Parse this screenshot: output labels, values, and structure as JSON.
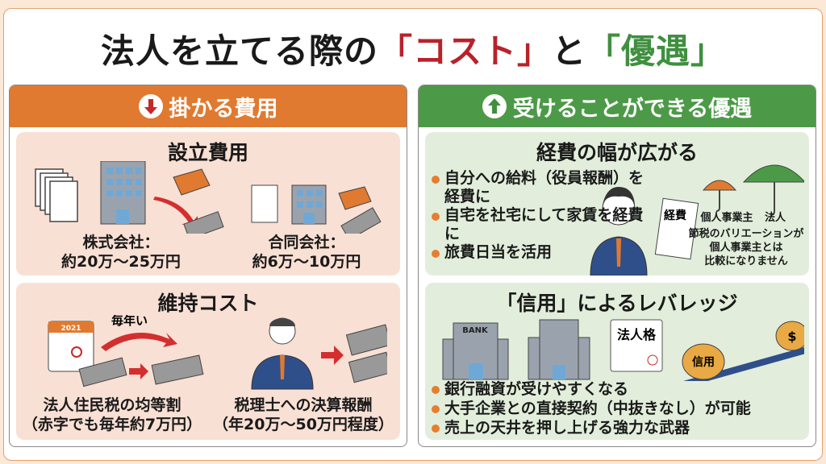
{
  "title": {
    "prefix": "法人を立てる際の",
    "cost": "「コスト」",
    "and": "と",
    "benefit": "「優遇」"
  },
  "colors": {
    "cost_header": "#e07a30",
    "benefit_header": "#4c9a48",
    "cost_accent": "#b8222a",
    "benefit_accent": "#3f8f3f"
  },
  "left": {
    "header": "掛かる費用",
    "header_icon": "arrow-down-circle-icon",
    "setup": {
      "title": "設立費用",
      "kabushiki": {
        "label": "株式会社：",
        "amount": "約20万～25万円"
      },
      "goudou": {
        "label": "合同会社：",
        "amount": "約6万～10万円"
      }
    },
    "maintenance": {
      "title": "維持コスト",
      "calendar_year": "2021",
      "arrow_label": "毎年い",
      "tax": {
        "label": "法人住民税の均等割",
        "note": "（赤字でも毎年約7万円）"
      },
      "accountant": {
        "label": "税理士への決算報酬",
        "note": "（年20万～50万円程度）"
      }
    }
  },
  "right": {
    "header": "受けることができる優遇",
    "header_icon": "arrow-up-circle-icon",
    "expenses": {
      "title": "経費の幅が広がる",
      "bullets": [
        "自分への給料（役員報酬）を経費に",
        "自宅を社宅にして家賃を経費に",
        "旅費日当を活用"
      ],
      "doc_label": "経費",
      "umbrella_small": "個人事業主",
      "umbrella_large": "法人",
      "note": [
        "節税のバリエーションが",
        "個人事業主とは",
        "比較になりません"
      ]
    },
    "credit": {
      "title": "「信用」によるレバレッジ",
      "bank_label": "BANK",
      "cert_label": "法人格",
      "bag_label": "信用",
      "bag2_label": "$",
      "bullets": [
        "銀行融資が受けやすくなる",
        "大手企業との直接契約（中抜きなし）が可能",
        "売上の天井を押し上げる強力な武器"
      ]
    }
  }
}
